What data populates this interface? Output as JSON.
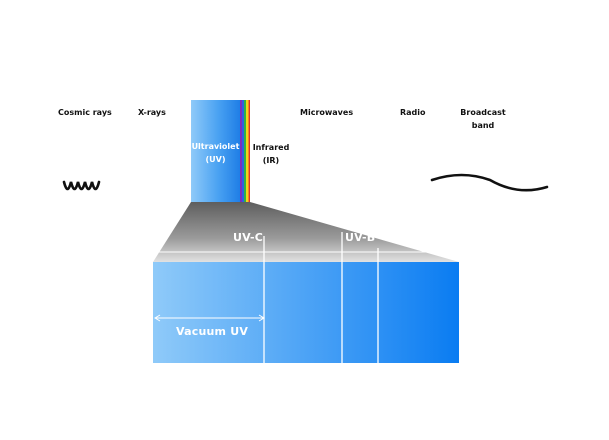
{
  "labels": {
    "cosmic_rays": "Cosmic rays",
    "x_rays": "X-rays",
    "ultraviolet_line1": "Ultraviolet",
    "ultraviolet_line2": "(UV)",
    "infrared_line1": "Infrared",
    "infrared_line2": "(IR)",
    "microwaves": "Microwaves",
    "radio": "Radio",
    "broadcast_line1": "Broadcast",
    "broadcast_line2": "band"
  },
  "uv_bands": {
    "uv_c": "UV-C",
    "uv_b": "UV-B",
    "vacuum_uv": "Vacuum UV"
  },
  "colors": {
    "uv_light": "#8fcaf9",
    "uv_dark": "#0a7cf2",
    "wave": "#111111",
    "spectrum": [
      "#7b2cbf",
      "#2f5fe0",
      "#2bb14a",
      "#f2d31b",
      "#f28a1b",
      "#e0302c"
    ]
  }
}
